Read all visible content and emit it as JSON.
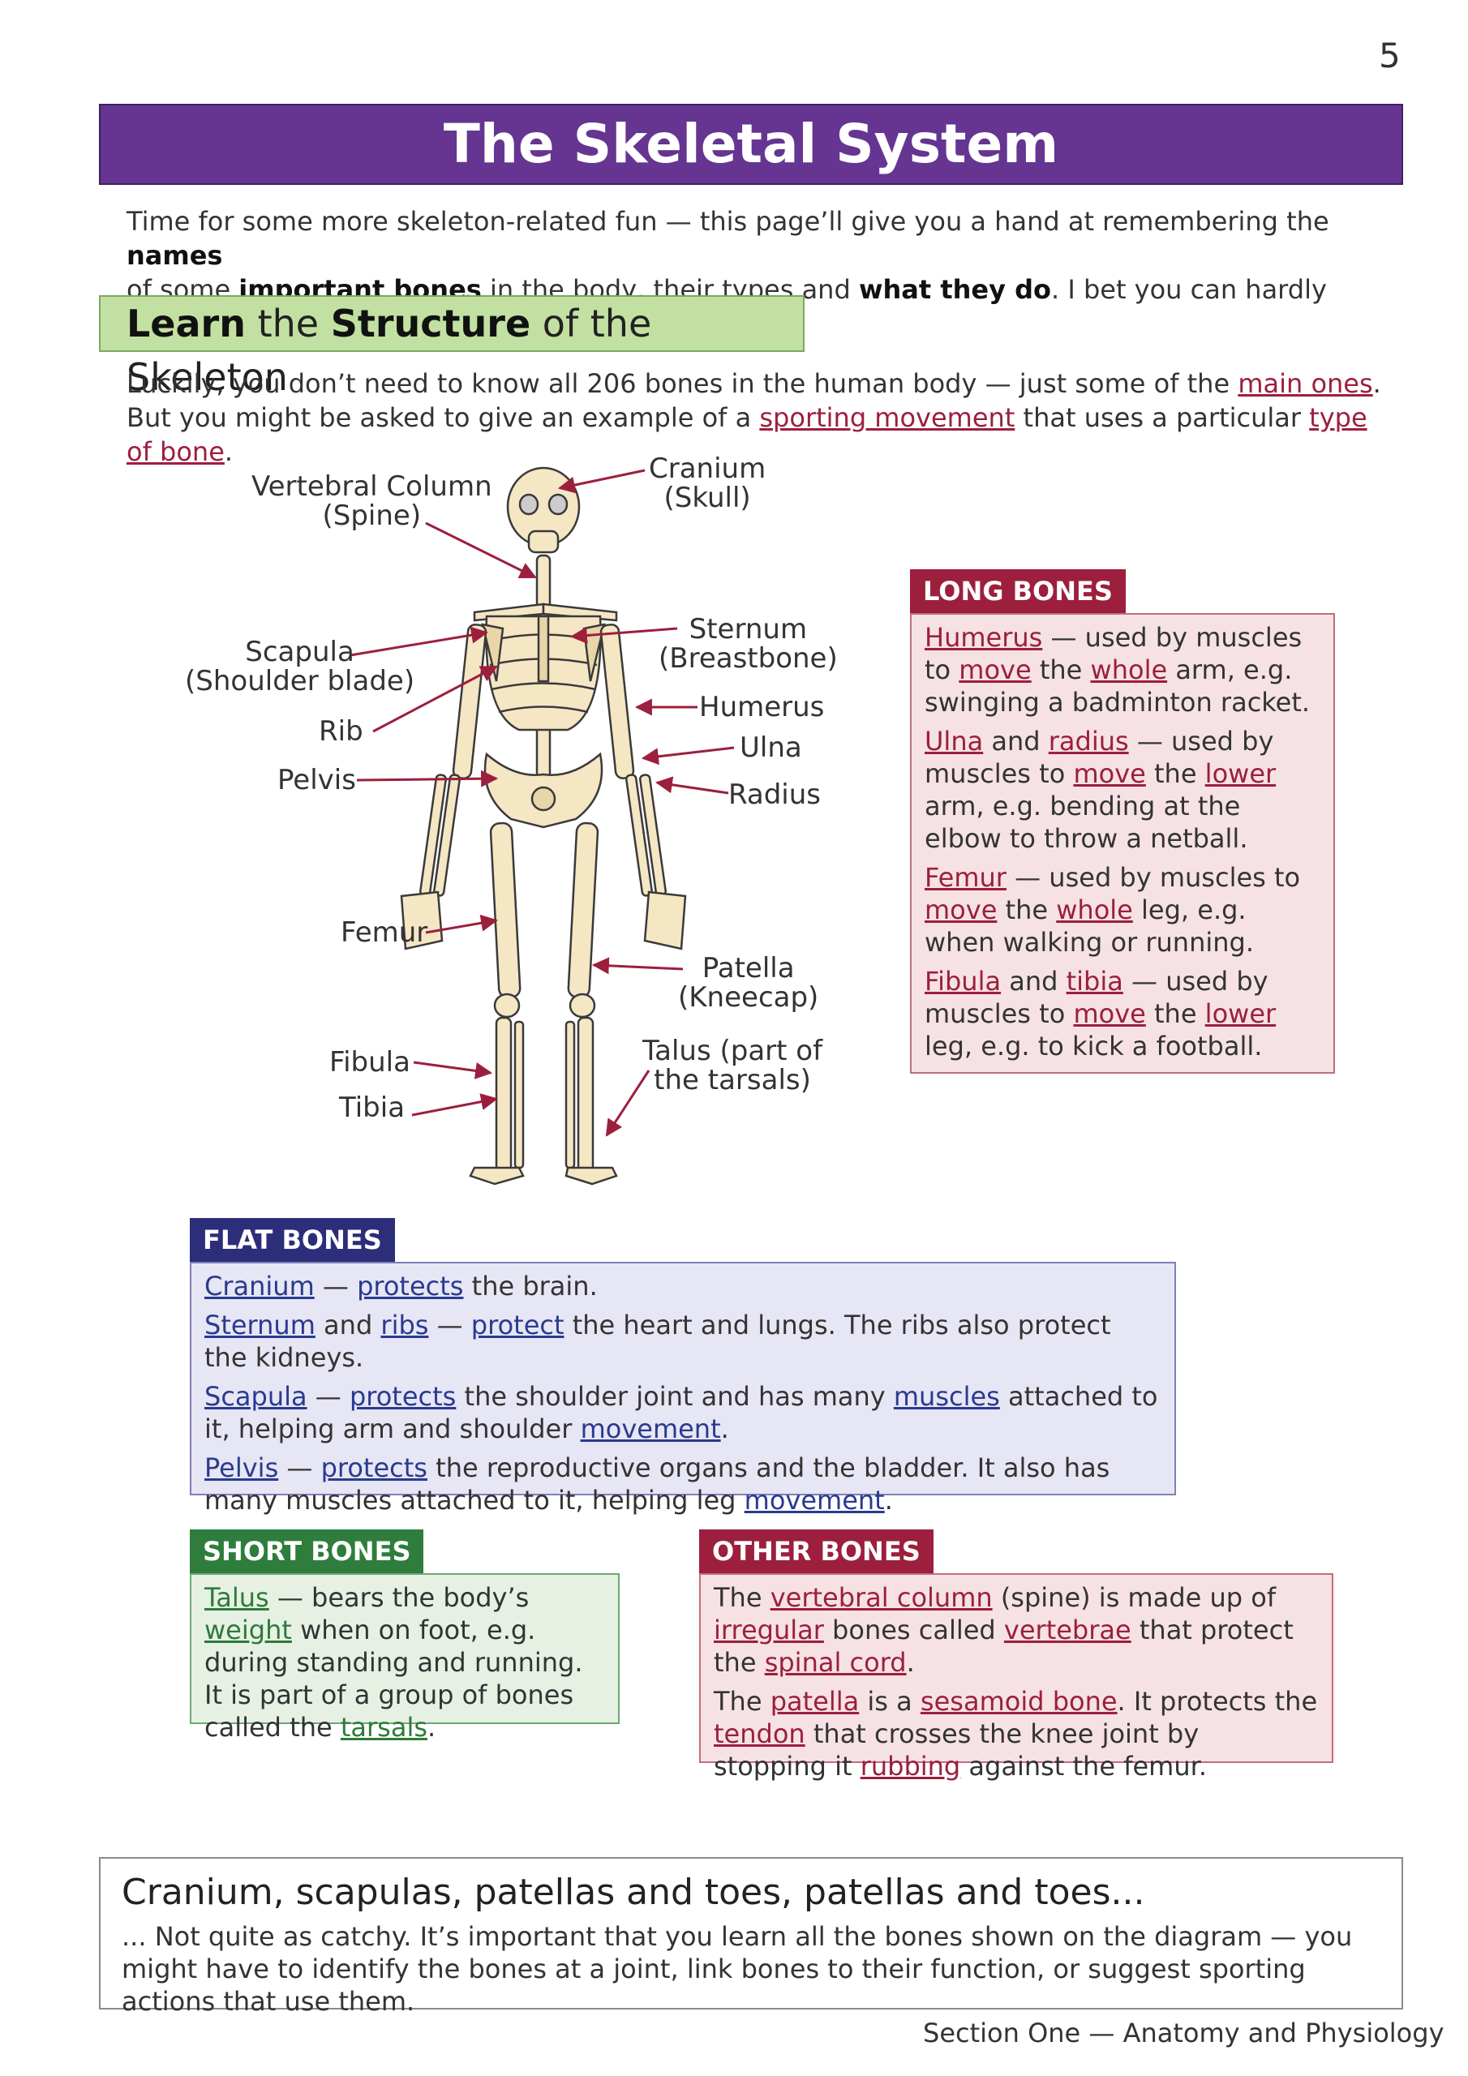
{
  "page_number": "5",
  "title": "The Skeletal System",
  "intro": {
    "t1": "Time for some more skeleton-related fun — this page’ll give you a hand at remembering the ",
    "b1": "names",
    "t2": " of some ",
    "b2": "important bones",
    "t3": " in the body, their types and ",
    "b3": "what they do",
    "t4": ".  I bet you can hardly wait..."
  },
  "section_head": {
    "b1": "Learn",
    "t1": " the ",
    "b2": "Structure",
    "t2": " of the Skeleton"
  },
  "lead": {
    "t1": "Luckily, you don’t need to know all 206 bones in the human body — just some of the ",
    "l1": "main ones",
    "t2": ".",
    "t3": "But you might be asked to give an example of a ",
    "l2": "sporting movement",
    "t4": " that uses a particular ",
    "l3": "type of bone",
    "t5": "."
  },
  "diagram_labels": {
    "vertebral_1": "Vertebral Column",
    "vertebral_2": "(Spine)",
    "cranium_1": "Cranium",
    "cranium_2": "(Skull)",
    "scapula_1": "Scapula",
    "scapula_2": "(Shoulder blade)",
    "sternum_1": "Sternum",
    "sternum_2": "(Breastbone)",
    "rib": "Rib",
    "humerus": "Humerus",
    "ulna": "Ulna",
    "pelvis": "Pelvis",
    "radius": "Radius",
    "femur": "Femur",
    "patella_1": "Patella",
    "patella_2": "(Kneecap)",
    "fibula": "Fibula",
    "talus_1": "Talus (part of",
    "talus_2": "the tarsals)",
    "tibia": "Tibia"
  },
  "long_bones": {
    "tag": "LONG BONES",
    "p1": {
      "l1": "Humerus",
      "t1": " — used by muscles to ",
      "l2": "move",
      "t2": " the ",
      "l3": "whole",
      "t3": " arm, e.g. swinging a badminton racket."
    },
    "p2": {
      "l1": "Ulna",
      "t1": " and ",
      "l2": "radius",
      "t2": " — used by muscles to ",
      "l3": "move",
      "t3": " the ",
      "l4": "lower",
      "t4": " arm, e.g. bending at the elbow to throw a netball."
    },
    "p3": {
      "l1": "Femur",
      "t1": " — used by muscles to ",
      "l2": "move",
      "t2": " the ",
      "l3": "whole",
      "t3": " leg, e.g. when walking or running."
    },
    "p4": {
      "l1": "Fibula",
      "t1": " and ",
      "l2": "tibia",
      "t2": " — used by muscles to ",
      "l3": "move",
      "t3": " the ",
      "l4": "lower",
      "t4": " leg, e.g. to kick a football."
    }
  },
  "flat_bones": {
    "tag": "FLAT BONES",
    "p1": {
      "l1": "Cranium",
      "t1": " — ",
      "l2": "protects",
      "t2": " the brain."
    },
    "p2": {
      "l1": "Sternum",
      "t1": " and ",
      "l2": "ribs",
      "t2": " — ",
      "l3": "protect",
      "t3": " the heart and lungs.  The ribs also protect the kidneys."
    },
    "p3": {
      "l1": "Scapula",
      "t1": " — ",
      "l2": "protects",
      "t2": " the shoulder joint and has many ",
      "l3": "muscles",
      "t3": " attached to it, helping arm and shoulder ",
      "l4": "movement",
      "t4": "."
    },
    "p4": {
      "l1": "Pelvis",
      "t1": " — ",
      "l2": "protects",
      "t2": " the reproductive organs and the bladder. It also has many muscles attached to it, helping leg ",
      "l3": "movement",
      "t3": "."
    }
  },
  "short_bones": {
    "tag": "SHORT BONES",
    "p1": {
      "l1": "Talus",
      "t1": " — bears the body’s ",
      "l2": "weight",
      "t2": " when on foot, e.g. during standing and running.  It is part of a group of bones called the ",
      "l3": "tarsals",
      "t3": "."
    }
  },
  "other_bones": {
    "tag": "OTHER BONES",
    "p1": {
      "t0": "The ",
      "l1": "vertebral column",
      "t1": " (spine) is made up of ",
      "l2": "irregular",
      "t2": " bones called ",
      "l3": "vertebrae",
      "t3": " that protect the ",
      "l4": "spinal cord",
      "t4": "."
    },
    "p2": {
      "t0": "The ",
      "l1": "patella",
      "t1": " is a ",
      "l2": "sesamoid bone",
      "t2": ".  It protects the ",
      "l3": "tendon",
      "t3": " that crosses the knee joint by stopping it ",
      "l4": "rubbing",
      "t4": " against the femur."
    }
  },
  "summary": {
    "title": "Cranium, scapulas, patellas and toes, patellas and toes...",
    "text": "... Not quite as catchy.  It’s important that you learn all the bones shown on the diagram — you might have to identify the bones at a joint, link bones to their function, or suggest sporting actions that use them."
  },
  "footer": "Section One — Anatomy and Physiology",
  "colors": {
    "title_bar": "#653591",
    "section_head": "#c3e0a3",
    "long_bones": "#9c1f3d",
    "flat_bones": "#2c2e7a",
    "short_bones": "#2e7d3c",
    "other_bones": "#9c1f3d",
    "arrow": "#9c1f3d",
    "bone": "#f5e6c4"
  }
}
